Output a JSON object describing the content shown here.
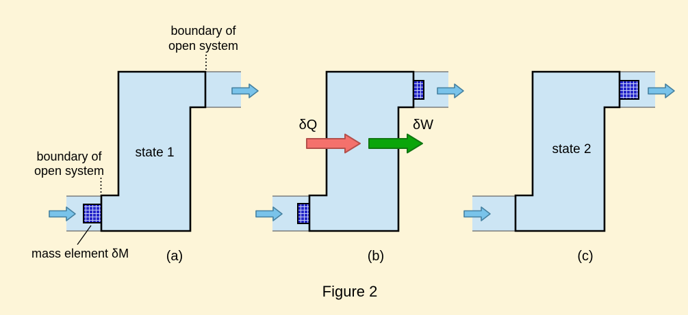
{
  "figure": {
    "caption": "Figure 2",
    "colors": {
      "background": "#FDF5D8",
      "system_fill": "#CCE5F4",
      "boundary": "#000000",
      "mass_fill": "#2626C9",
      "mass_grid": "#C3CDF5",
      "flow_arrow": "#79C3EA",
      "heat_arrow": "#F4716C",
      "work_arrow": "#0AA50A"
    },
    "annotations": {
      "boundary_top_1": "boundary of",
      "boundary_top_2": "open system",
      "boundary_left_1": "boundary of",
      "boundary_left_2": "open system",
      "mass_element": "mass element δM",
      "heat": "δQ",
      "work": "δW"
    },
    "panels": [
      {
        "id": "a",
        "label": "(a)",
        "state": "state 1"
      },
      {
        "id": "b",
        "label": "(b)"
      },
      {
        "id": "c",
        "label": "(c)",
        "state": "state 2"
      }
    ]
  }
}
